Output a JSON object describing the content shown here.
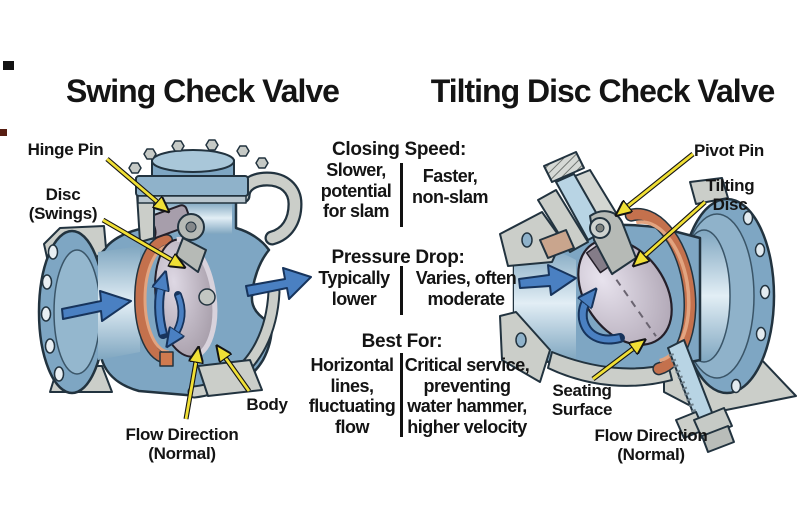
{
  "titles": {
    "left": "Swing Check Valve",
    "right": "Tilting Disc Check Valve"
  },
  "comparison": {
    "rows": [
      {
        "header": "Closing Speed:",
        "left": [
          "Slower,",
          "potential",
          "for slam"
        ],
        "right": [
          "Faster,",
          "non-slam"
        ]
      },
      {
        "header": "Pressure Drop:",
        "left": [
          "Typically",
          "lower"
        ],
        "right": [
          "Varies, often",
          "moderate"
        ]
      },
      {
        "header": "Best For:",
        "left": [
          "Horizontal",
          "lines,",
          "fluctuating",
          "flow"
        ],
        "right": [
          "Critical service,",
          "preventing",
          "water hammer,",
          "higher velocity"
        ]
      }
    ]
  },
  "swing_valve": {
    "labels": {
      "hinge_pin": "Hinge Pin",
      "disc_line1": "Disc",
      "disc_line2": "(Swings)",
      "body": "Body",
      "flow_line1": "Flow Direction",
      "flow_line2": "(Normal)"
    }
  },
  "tilting_valve": {
    "labels": {
      "pivot_pin": "Pivot Pin",
      "disc_line1": "Tilting",
      "disc_line2": "Disc",
      "seating_line1": "Seating",
      "seating_line2": "Surface",
      "flow_line1": "Flow Direction",
      "flow_line2": "(Normal)"
    }
  },
  "colors": {
    "body_blue": "#7ea6c3",
    "body_blue_light": "#a9c7d9",
    "bore_light": "#e2eef5",
    "cut_gray": "#cbcec9",
    "seat_copper": "#c4714d",
    "seat_copper_light": "#e2a480",
    "disc_gray": "#9c929e",
    "disc_rim_light": "#d8d2dc",
    "flow_arrow_blue": "#4a80c2",
    "flow_arrow_outline": "#17345c",
    "label_arrow_yellow": "#f0df35",
    "outline_dark": "#22333f",
    "text": "#141414",
    "divider": "#111111"
  }
}
